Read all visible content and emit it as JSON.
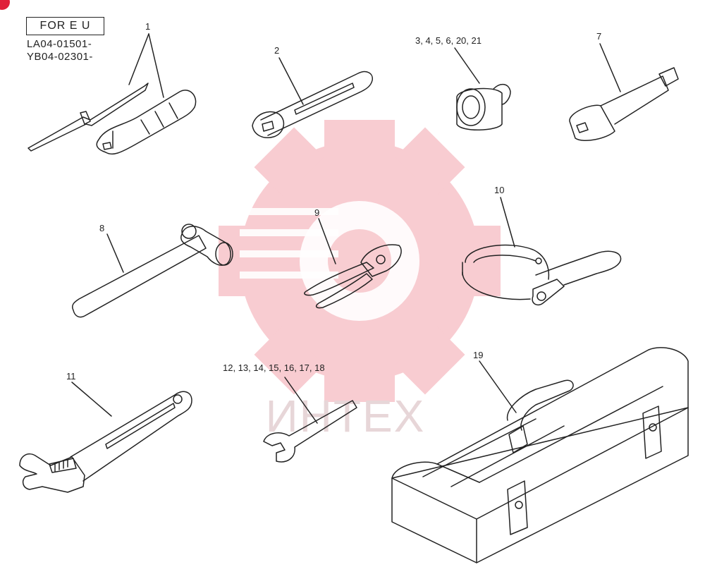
{
  "header": {
    "region_label": "FOR E U",
    "serial_lines": [
      "LA04-01501-",
      "YB04-02301-"
    ]
  },
  "callouts": {
    "c1": "1",
    "c2": "2",
    "c3": "3, 4, 5, 6, 20, 21",
    "c7": "7",
    "c8": "8",
    "c9": "9",
    "c10": "10",
    "c11": "11",
    "c12": "12, 13, 14, 15, 16, 17, 18",
    "c19": "19"
  },
  "watermark": {
    "text": "ИНТЕХ",
    "color": "#f2a0a8"
  },
  "colors": {
    "line": "#222222",
    "background": "#ffffff",
    "corner_mark": "#e0203a"
  }
}
